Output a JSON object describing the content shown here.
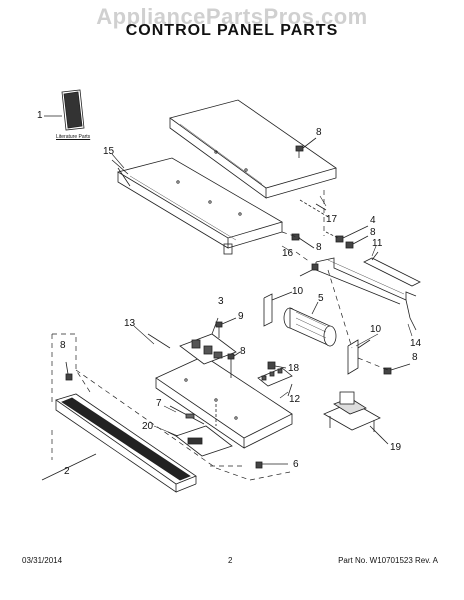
{
  "watermark": "AppliancePartsPros.com",
  "title": "CONTROL PANEL PARTS",
  "literature_label": "Literature Parts",
  "callouts": {
    "c1": "1",
    "c15": "15",
    "c8a": "8",
    "c17": "17",
    "c4": "4",
    "c8b": "8",
    "c16": "16",
    "c8c": "8",
    "c11": "11",
    "c10a": "10",
    "c5": "5",
    "c3": "3",
    "c9": "9",
    "c13": "13",
    "c8d": "8",
    "c8e": "8",
    "c18": "18",
    "c12": "12",
    "c10b": "10",
    "c14": "14",
    "c8f": "8",
    "c7": "7",
    "c20": "20",
    "c6": "6",
    "c2": "2",
    "c19": "19"
  },
  "footer": {
    "date": "03/31/2014",
    "page": "2",
    "part": "Part No. W10701523  Rev. A"
  }
}
